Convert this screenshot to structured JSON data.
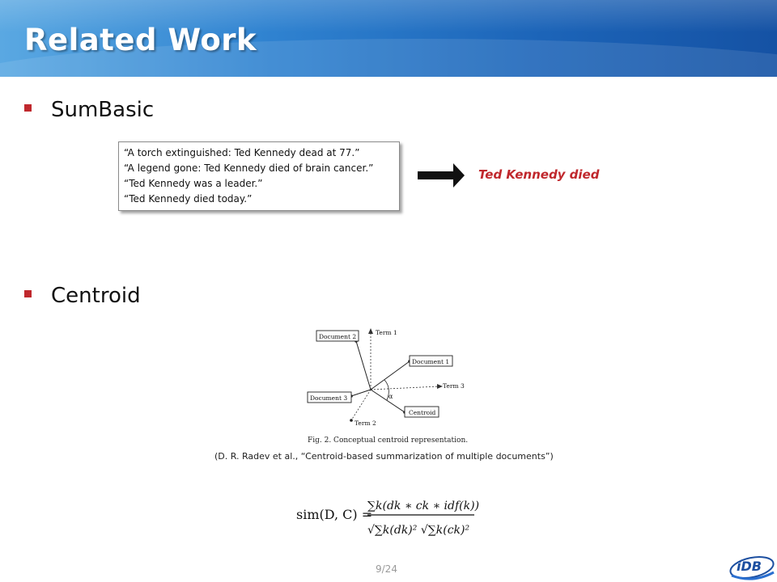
{
  "slide": {
    "title": "Related Work",
    "page_number": "9/24"
  },
  "bullets": [
    {
      "label": "SumBasic"
    },
    {
      "label": "Centroid"
    }
  ],
  "sumbasic": {
    "sentences": [
      "“A torch extinguished: Ted Kennedy dead at 77.”",
      "“A legend gone: Ted Kennedy died of brain cancer.”",
      "“Ted Kennedy was a leader.”",
      "“Ted Kennedy died today.”"
    ],
    "result": "Ted Kennedy died"
  },
  "centroid_figure": {
    "boxes": {
      "doc1": "Document 1",
      "doc2": "Document 2",
      "doc3": "Document 3",
      "centroid": "Centroid"
    },
    "axes": {
      "term1": "Term 1",
      "term2": "Term 2",
      "term3": "Term 3"
    },
    "angle_label": "α",
    "caption": "Fig. 2.  Conceptual centroid representation.",
    "citation": "(D. R. Radev et al., “Centroid-based summarization of multiple documents”)"
  },
  "formula": {
    "lhs": "sim(D, C) =",
    "numerator": "∑k(dk ∗ ck ∗ idf(k))",
    "denominator": "√∑k(dk)² √∑k(ck)²"
  },
  "colors": {
    "accent": "#c0282d",
    "header_blue": "#1c64b8"
  }
}
